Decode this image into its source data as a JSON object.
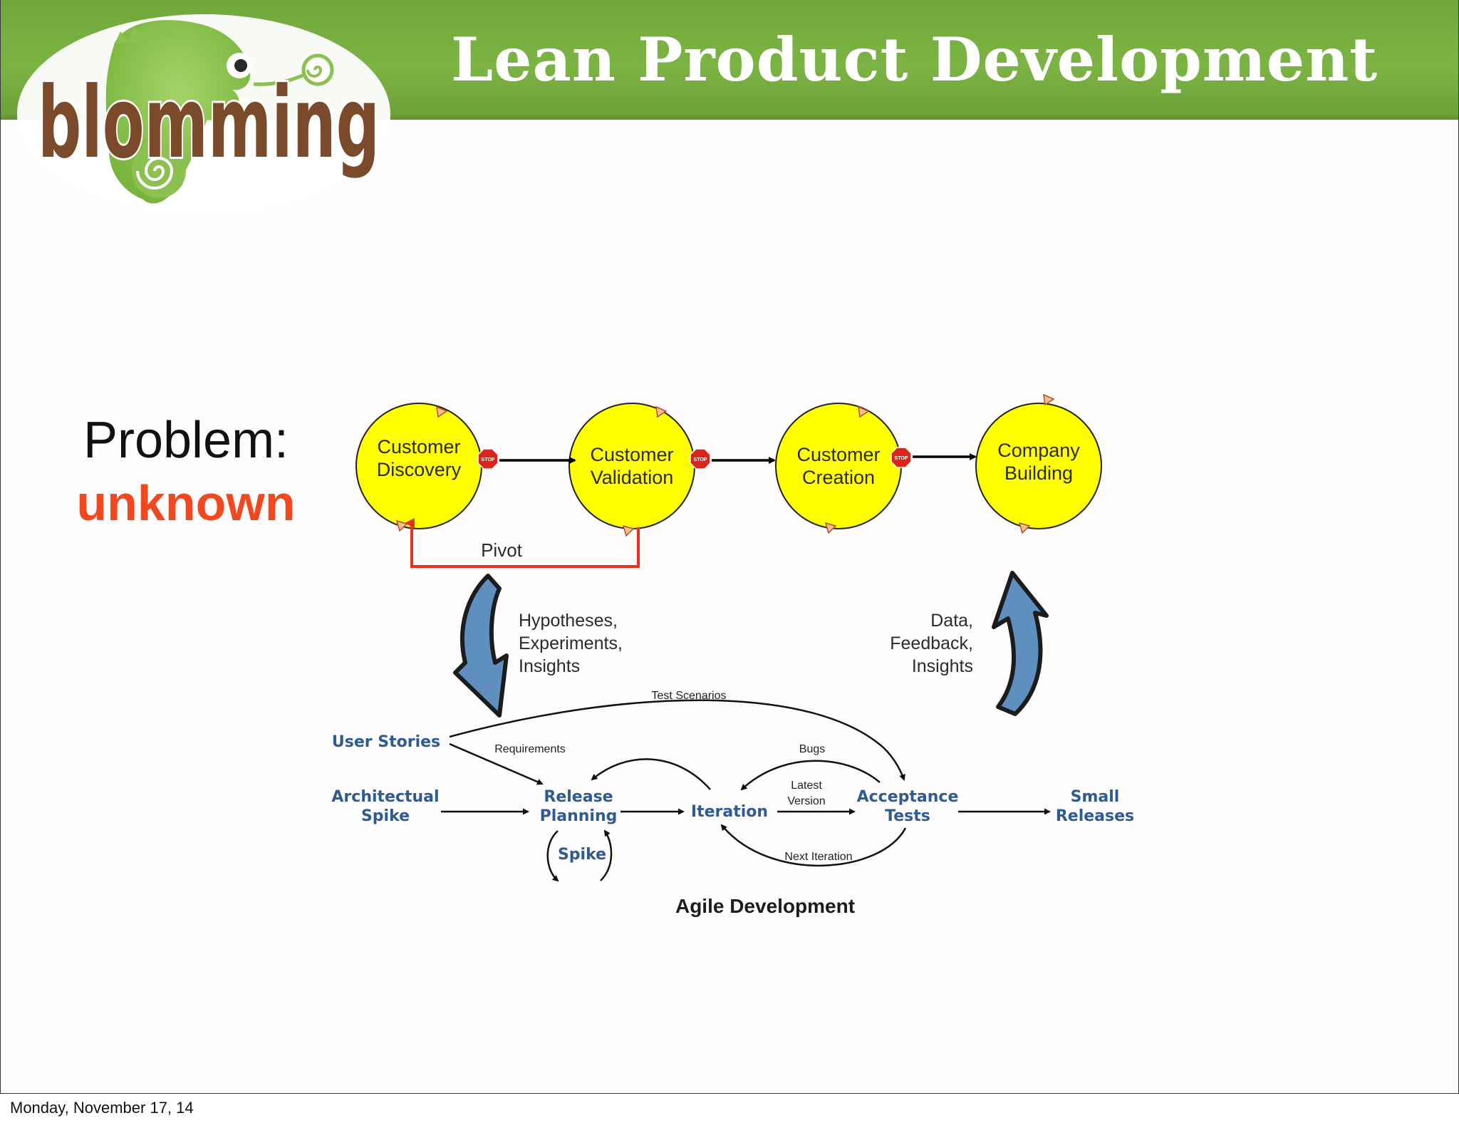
{
  "header": {
    "title": "Lean Product Development",
    "logo_text": "blomming"
  },
  "problem": {
    "heading": "Problem:",
    "value": "unknown"
  },
  "customer_development": {
    "stages": [
      {
        "line1": "Customer",
        "line2": "Discovery"
      },
      {
        "line1": "Customer",
        "line2": "Validation"
      },
      {
        "line1": "Customer",
        "line2": "Creation"
      },
      {
        "line1": "Company",
        "line2": "Building"
      }
    ],
    "stop_sign_label": "STOP",
    "pivot_label": "Pivot",
    "down_arrow_text": [
      "Hypotheses,",
      "Experiments,",
      "Insights"
    ],
    "up_arrow_text": [
      "Data,",
      "Feedback,",
      "Insights"
    ]
  },
  "agile": {
    "user_stories": "User Stories",
    "architectural_spike": [
      "Architectual",
      "Spike"
    ],
    "release_planning": [
      "Release",
      "Planning"
    ],
    "spike": "Spike",
    "iteration": "Iteration",
    "acceptance_tests": [
      "Acceptance",
      "Tests"
    ],
    "small_releases": [
      "Small",
      "Releases"
    ],
    "test_scenarios": "Test Scenarios",
    "requirements": "Requirements",
    "bugs": "Bugs",
    "latest_version": [
      "Latest",
      "Version"
    ],
    "next_iteration": "Next Iteration",
    "caption": "Agile Development"
  },
  "colors": {
    "header_green": "#7cb444",
    "logo_green": "#8cc152",
    "logo_brown": "#7a4a2a",
    "circle_fill": "#ffff00",
    "pivot_red": "#e8321e",
    "big_arrow_blue": "#5e8fbe",
    "agile_text_blue": "#2f5b93",
    "problem_orange": "#f2481f"
  },
  "footer": {
    "date": "Monday, November 17, 14"
  }
}
